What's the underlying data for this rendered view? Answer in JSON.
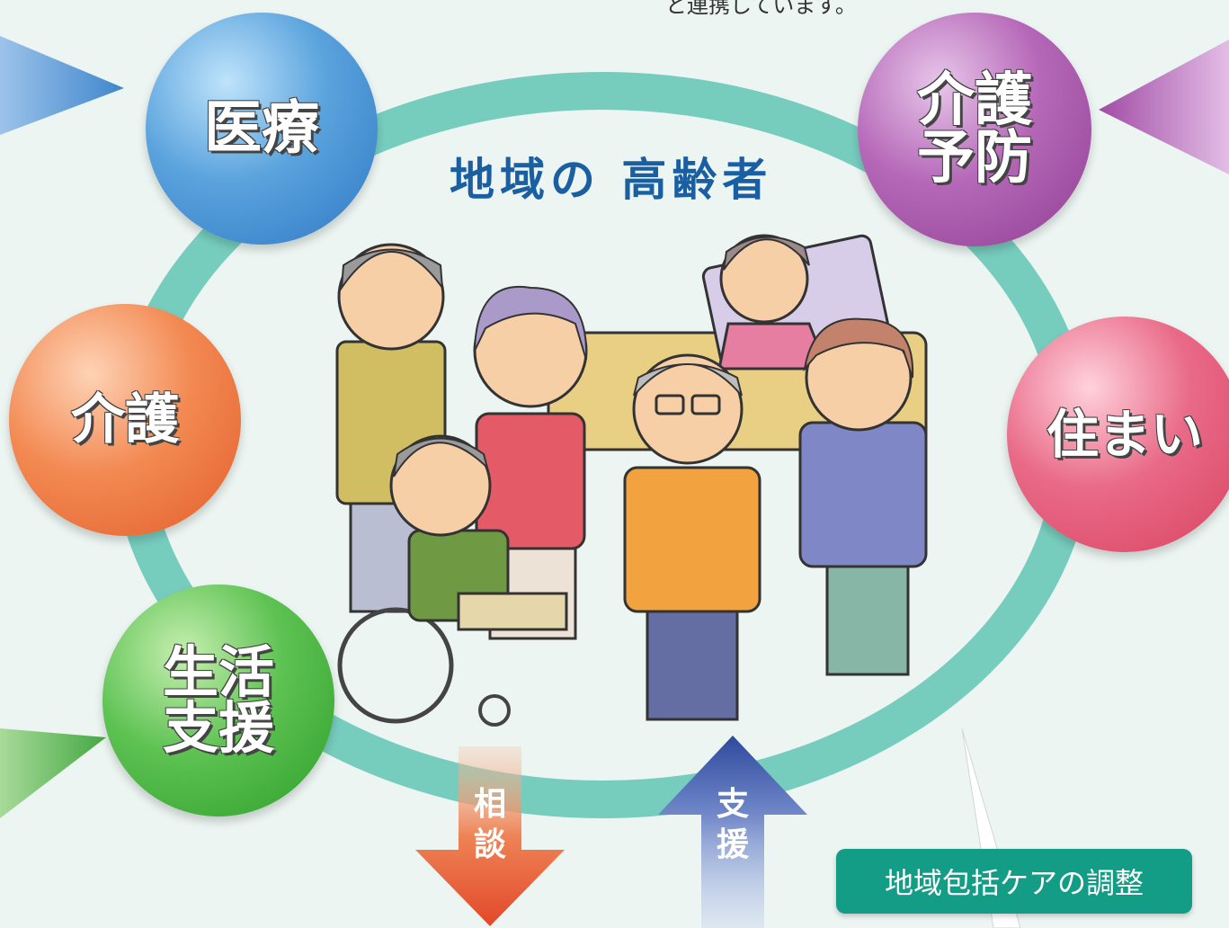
{
  "top_text": "と連携しています。",
  "title": "地域の 高齢者",
  "services": {
    "medical": [
      "医療"
    ],
    "prevention": [
      "介護",
      "予防"
    ],
    "care": [
      "介護"
    ],
    "housing": [
      "住まい"
    ],
    "life_support": [
      "生活",
      "支援"
    ]
  },
  "arrows": {
    "consult": [
      "相",
      "談"
    ],
    "support": [
      "支",
      "援"
    ]
  },
  "coordination_label": "地域包括ケアの調整",
  "colors": {
    "ring": "#76cdbe",
    "title": "#1b5fa3",
    "medical": "#2f78c4",
    "prevention": "#8f3f93",
    "care": "#e25e2b",
    "housing": "#d8435f",
    "life_support": "#2e9e2a",
    "label_box": "#139c86"
  }
}
